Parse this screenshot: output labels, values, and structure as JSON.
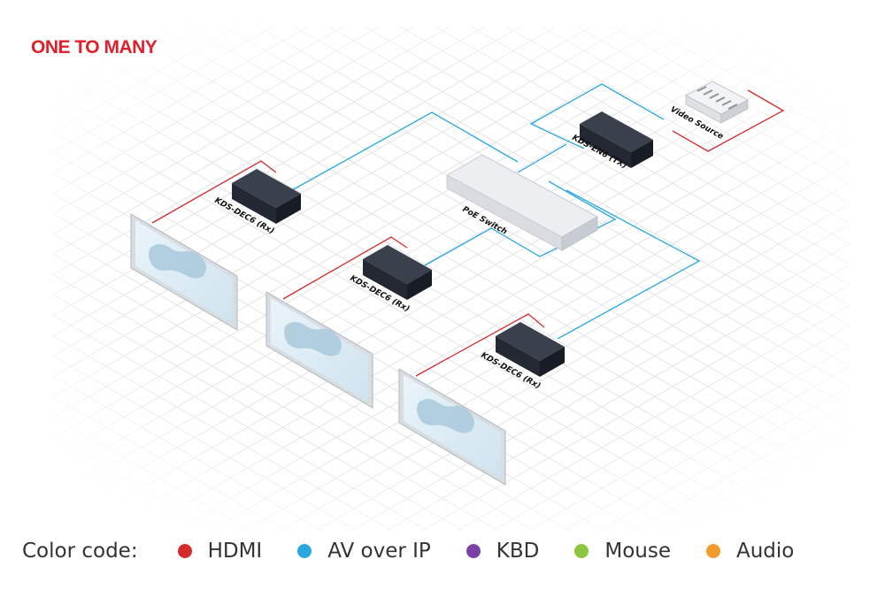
{
  "title": "ONE TO MANY",
  "colors": {
    "title": "#e0202b",
    "hdmi": "#d62a2a",
    "av_over_ip": "#29a8e0",
    "kbd": "#7b3fa6",
    "mouse": "#8cc63f",
    "audio": "#f29a2e",
    "device_dark": "#2a2f3a",
    "switch": "#eceef0",
    "grid": "#e4e4e4"
  },
  "devices": {
    "encoder": "KDS-EN6 (TX)",
    "source": "Video Source",
    "switch": "PoE Switch",
    "decoder_1": "KDS-DEC6 (Rx)",
    "decoder_2": "KDS-DEC6 (Rx)",
    "decoder_3": "KDS-DEC6 (Rx)"
  },
  "legend": {
    "prefix": "Color code:",
    "items": [
      {
        "label": "HDMI",
        "color": "#d62a2a"
      },
      {
        "label": "AV over IP",
        "color": "#29a8e0"
      },
      {
        "label": "KBD",
        "color": "#7b3fa6"
      },
      {
        "label": "Mouse",
        "color": "#8cc63f"
      },
      {
        "label": "Audio",
        "color": "#f29a2e"
      }
    ]
  }
}
